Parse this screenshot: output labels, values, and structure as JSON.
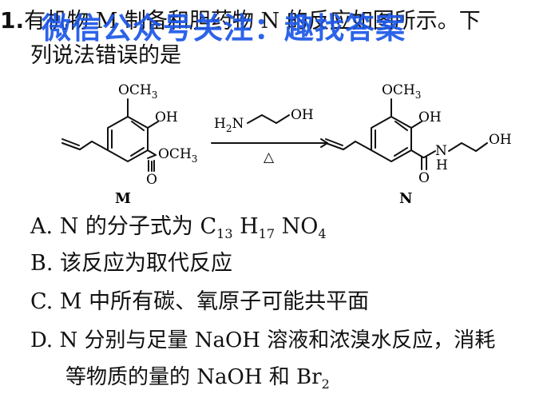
{
  "question": {
    "number": "1.",
    "stem_line1": "有机物 M 制备和胆药物 N 的反应如图所示。下",
    "stem_line2": "列说法错误的是"
  },
  "watermark": "微信公众号关注：趣找答案",
  "scheme": {
    "label_m": "M",
    "label_n": "N",
    "reagent_condition": "△",
    "atoms": {
      "och3": "OCH",
      "three": "3",
      "oh": "OH",
      "o": "O",
      "n": "N",
      "h": "H",
      "h2n": "H",
      "two": "2",
      "n_reagent": "N"
    }
  },
  "options": [
    {
      "letter": "A.",
      "text": "N 的分子式为 C",
      "c_sub": "13",
      "h": " H",
      "h_sub": "17",
      "rest": " NO",
      "o_sub": "4"
    },
    {
      "letter": "B.",
      "text": "该反应为取代反应"
    },
    {
      "letter": "C.",
      "text": "M 中所有碳、氧原子可能共平面"
    },
    {
      "letter": "D.",
      "text": "N 分别与足量 NaOH 溶液和浓溴水反应，消耗",
      "text2": "等物质的量的 NaOH 和 Br",
      "br_sub": "2"
    }
  ]
}
